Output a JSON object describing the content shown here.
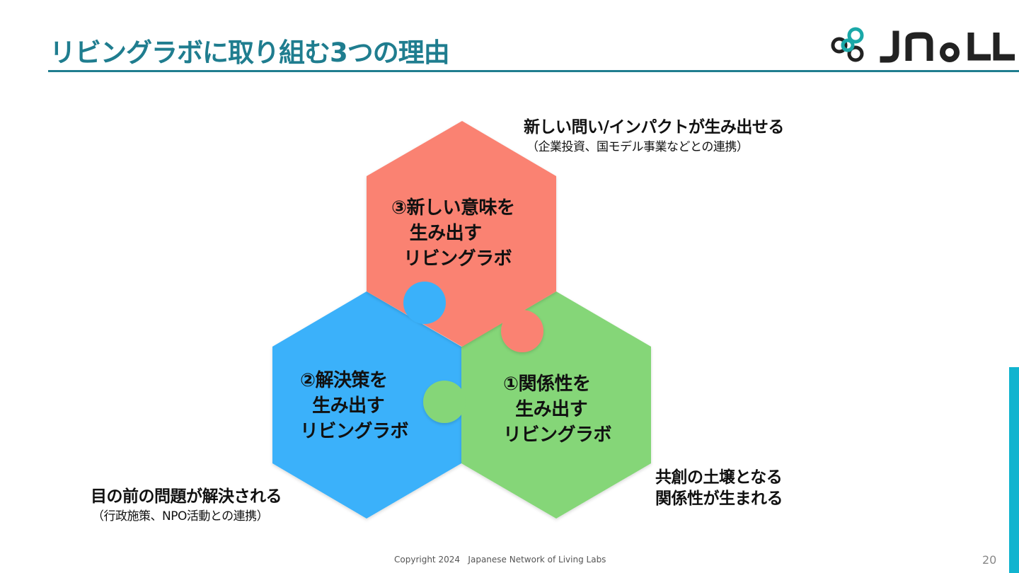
{
  "slide": {
    "title": "リビングラボに取り組む3つの理由",
    "logo_text": "JNoLL",
    "page_number": "20",
    "copyright": "Copyright 2024   Japanese Network of Living Labs"
  },
  "pieces": {
    "top": {
      "label": "③新しい意味を\n   生み出す\n  リビングラボ",
      "color": "#fa8272"
    },
    "left": {
      "label": "②解決策を\n  生み出す\nリビングラボ",
      "color": "#3ab1fa"
    },
    "right": {
      "label": "①関係性を\n  生み出す\nリビングラボ",
      "color": "#85d678"
    }
  },
  "captions": {
    "top": {
      "main": "新しい問い/インパクトが生み出せる",
      "sub": "（企業投資、国モデル事業などとの連携）"
    },
    "left": {
      "main": "目の前の問題が解決される",
      "sub": "（行政施策、NPO活動との連携）"
    },
    "right": {
      "main": "共創の土壌となる\n関係性が生まれる"
    }
  },
  "colors": {
    "title": "#1f7d8f",
    "accent_bar": "#12b4cf"
  }
}
